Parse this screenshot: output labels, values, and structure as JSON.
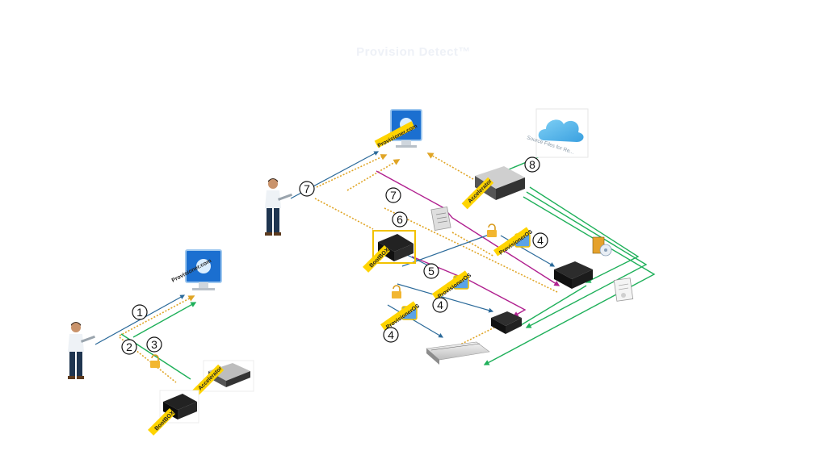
{
  "title": "Provision Detect™",
  "labels": {
    "provisioner_com": "Provisioner.com",
    "provisioner_com_left": "Provisioner.com",
    "accelerator_left": "Accelerator",
    "bootbox_left": "BootBOX",
    "accelerator_right": "Accelerator",
    "bootbox_right": "BootBOX",
    "provisioneros_1": "ProvisionerOS",
    "provisioneros_2": "ProvisionerOS",
    "provisioneros_3": "ProvisionerOS",
    "cloud_text": "Source Files for Re..."
  },
  "steps": {
    "s1": "1",
    "s2": "2",
    "s3": "3",
    "s4a": "4",
    "s4b": "4",
    "s4c": "4",
    "s5": "5",
    "s6": "6",
    "s7a": "7",
    "s7b": "7",
    "s8": "8"
  },
  "colors": {
    "blue": "#2b6a9a",
    "green": "#1fb05a",
    "gold": "#e0a526",
    "magenta": "#b0208f",
    "tag": "#ffd400"
  }
}
